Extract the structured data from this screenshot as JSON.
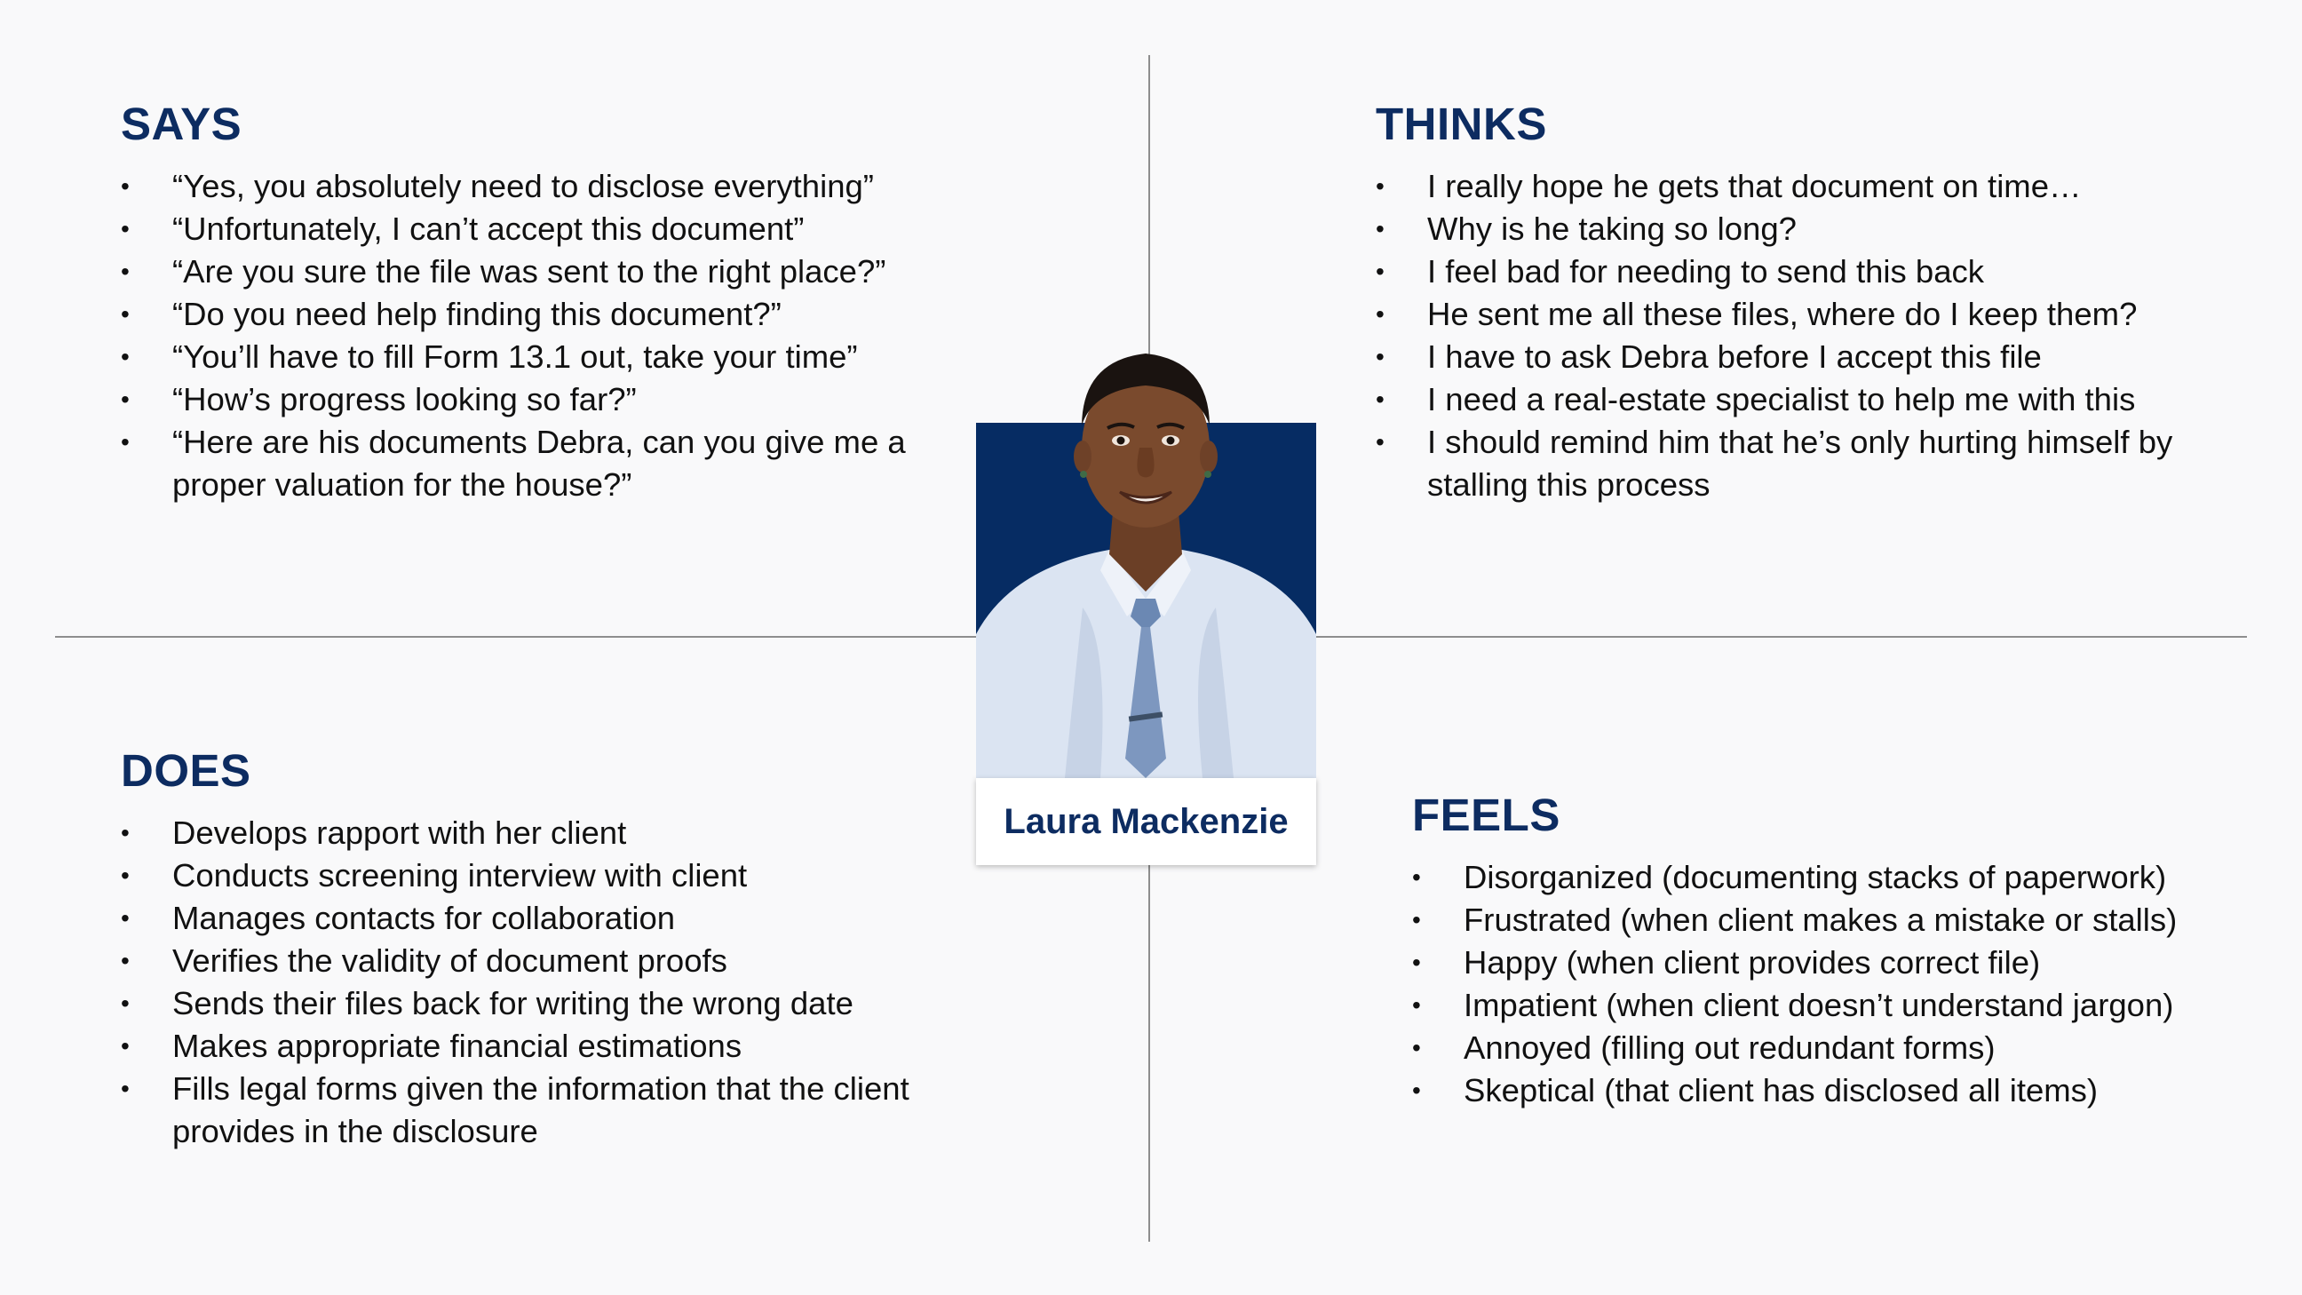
{
  "says": {
    "title": "SAYS",
    "items": [
      "“Yes, you absolutely need to disclose everything”",
      "“Unfortunately, I can’t accept this document”",
      "“Are you sure the file was sent to the right place?”",
      "“Do you need help finding this document?”",
      "“You’ll have to fill Form 13.1 out, take your time”",
      "“How’s progress looking so far?”",
      "“Here are his documents Debra, can you give me a proper valuation for the house?”"
    ]
  },
  "thinks": {
    "title": "THINKS",
    "items": [
      "I really hope he gets that document on time…",
      "Why is he taking so long?",
      "I feel bad for needing to send this back",
      "He sent me all these files, where do I keep them?",
      "I have to ask Debra before I accept this file",
      "I need a real-estate specialist to help me with this",
      "I should remind him that he’s only hurting himself by stalling this process"
    ]
  },
  "does": {
    "title": "DOES",
    "items": [
      "Develops rapport with her client",
      "Conducts screening interview with client",
      "Manages contacts for collaboration",
      "Verifies the validity of document proofs",
      "Sends their files back for writing the wrong date",
      "Makes appropriate financial estimations",
      "Fills legal forms given the information that the client provides in the disclosure"
    ]
  },
  "feels": {
    "title": "FEELS",
    "items": [
      "Disorganized (documenting stacks of paperwork)",
      "Frustrated (when client makes a mistake or stalls)",
      "Happy (when client provides correct file)",
      "Impatient (when client doesn’t understand jargon)",
      "Annoyed (filling out redundant forms)",
      "Skeptical (that client has disclosed all items)"
    ]
  },
  "persona": {
    "name": "Laura Mackenzie",
    "bullet_glyph": "•",
    "colors": {
      "accent": "#0d2c61",
      "photo_background": "#062c63"
    }
  }
}
